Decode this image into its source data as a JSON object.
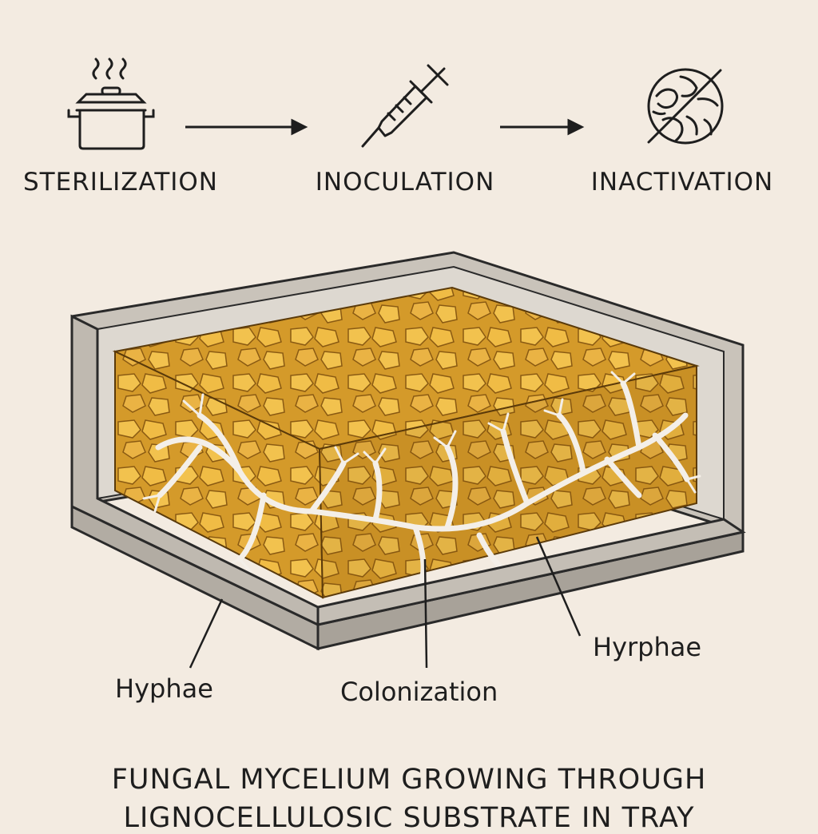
{
  "steps": [
    {
      "label": "STERILIZATION",
      "icon": "pot-steam-icon"
    },
    {
      "label": "INOCULATION",
      "icon": "syringe-icon"
    },
    {
      "label": "INACTIVATION",
      "icon": "crossed-mycelium-icon"
    }
  ],
  "callouts": {
    "left": "Hyphae",
    "center": "Colonization",
    "right": "Hyrphae"
  },
  "caption": {
    "line1": "FUNGAL MYCELIUM GROWING THROUGH",
    "line2": "LIGNOCELLULOSIC SUBSTRATE IN TRAY"
  },
  "colors": {
    "background": "#f3ebe1",
    "ink": "#1e1e1e",
    "tray": "#b9b3aa",
    "substrate": "#d49a2a",
    "substrate_chunk": "#f2c24e",
    "hyphae": "#f4efe8"
  }
}
